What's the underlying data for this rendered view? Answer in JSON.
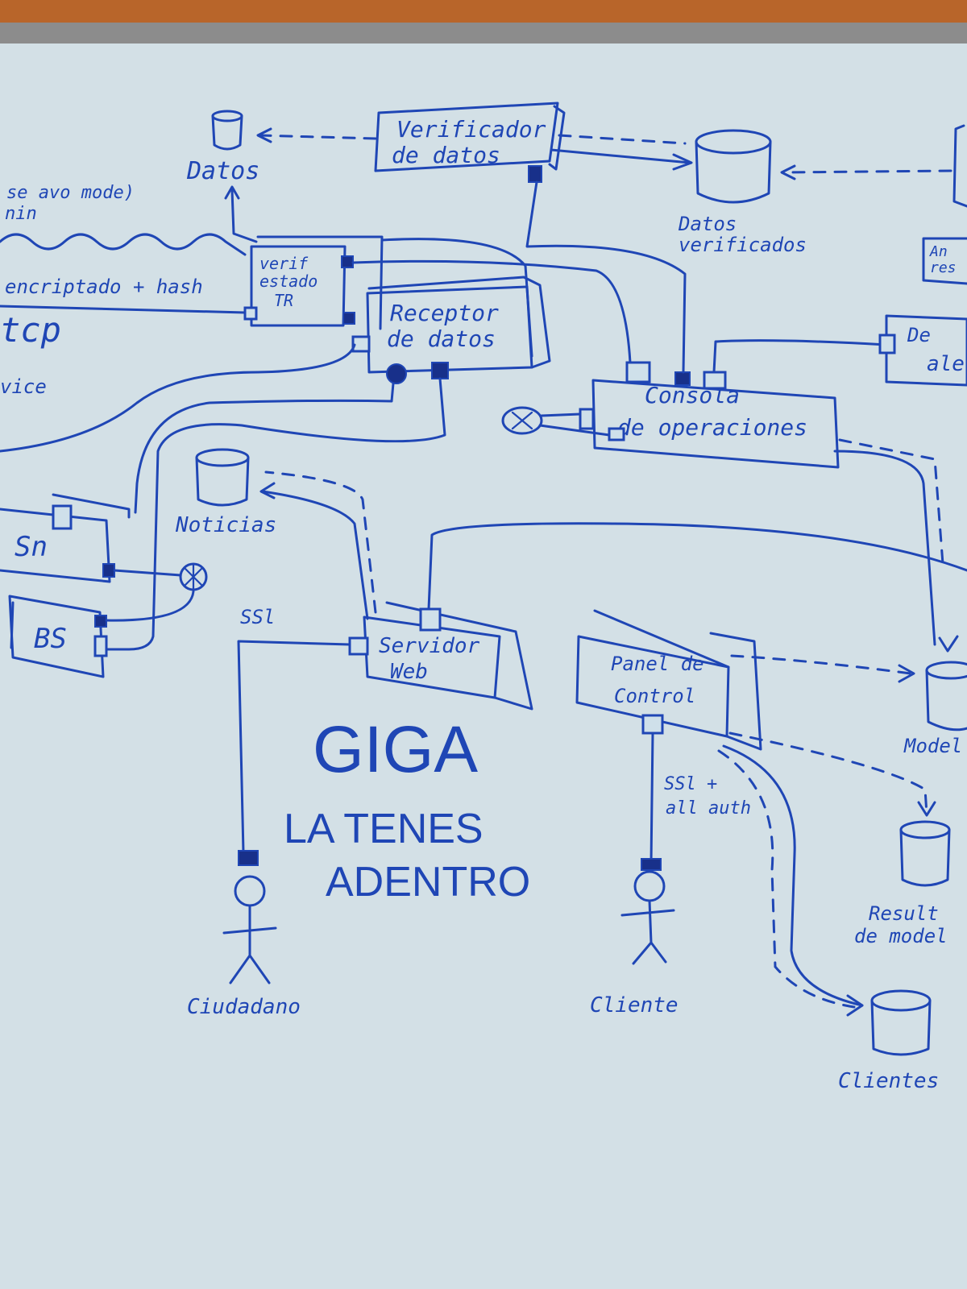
{
  "labels": {
    "datos": "Datos",
    "verificador_line1": "Verificador",
    "verificador_line2": "de datos",
    "datos_verificados_line1": "Datos",
    "datos_verificados_line2": "verificados",
    "verif_estado_line1": "verif",
    "verif_estado_line2": "estado",
    "verif_estado_line3": "TR",
    "receptor_line1": "Receptor",
    "receptor_line2": "de datos",
    "consola_line1": "Consola",
    "consola_line2": "de operaciones",
    "noticias": "Noticias",
    "servidor_line1": "Servidor",
    "servidor_line2": "Web",
    "panel_line1": "Panel de",
    "panel_line2": "Control",
    "modelos": "Model",
    "resultados_line1": "Result",
    "resultados_line2": "de model",
    "clientes": "Clientes",
    "ciudadano": "Ciudadano",
    "cliente": "Cliente",
    "ssl": "SSl",
    "ssl_auth_line1": "SSl +",
    "ssl_auth_line2": "all auth",
    "encriptado": "encriptado + hash",
    "tcp": "tcp",
    "sn": "Sn",
    "bs": "BS",
    "cut_left_1": "se avo mode)",
    "cut_left_2": "nin",
    "cut_left_3": "vice",
    "cut_right_1": "De",
    "cut_right_2": "ale",
    "cut_right_3": "An",
    "cut_right_4": "res",
    "giga_line1": "GIGA",
    "giga_line2": "LA TENES",
    "giga_line3": "ADENTRO"
  },
  "colors": {
    "ink": "#1f46b5",
    "board": "#cfdde3",
    "frame": "#8c8c8c",
    "wall": "#b8652a"
  }
}
